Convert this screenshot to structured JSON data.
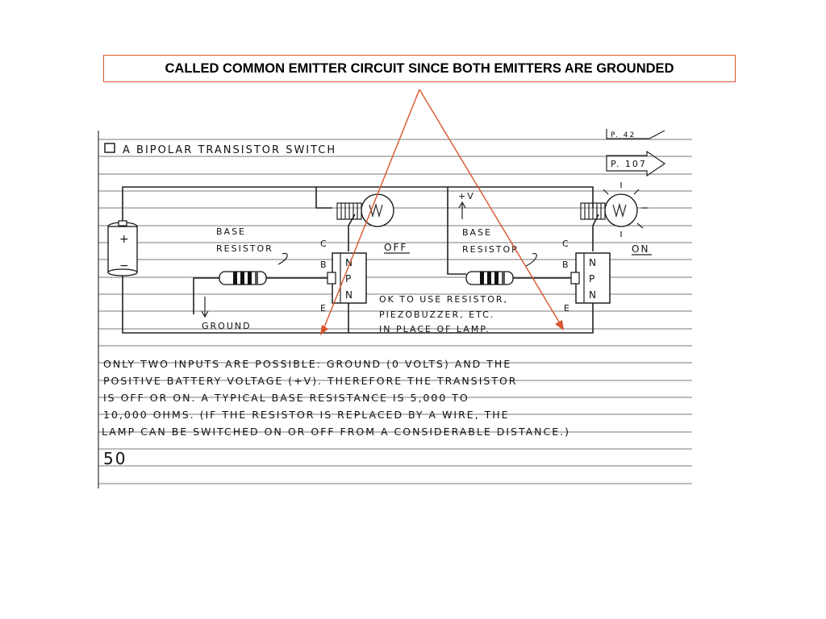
{
  "callout": {
    "text": "CALLED COMMON EMITTER CIRCUIT SINCE BOTH EMITTERS ARE GROUNDED",
    "color": "#d9542b"
  },
  "notebook": {
    "title": "A BIPOLAR TRANSISTOR SWITCH",
    "page_ref_top": "P. 42",
    "page_ref": "P. 107",
    "labels": {
      "base_resistor_line1": "BASE",
      "base_resistor_line2": "RESISTOR",
      "off": "OFF",
      "on": "ON",
      "ground": "GROUND",
      "plus_v": "+V",
      "plus": "+",
      "minus": "−",
      "collector": "C",
      "base": "B",
      "emitter": "E",
      "npn_n": "N",
      "npn_p": "P",
      "note_line1": "OK TO USE RESISTOR,",
      "note_line2": "PIEZOBUZZER, ETC.",
      "note_line3": "IN PLACE OF LAMP."
    },
    "paragraph": [
      "ONLY TWO INPUTS ARE POSSIBLE: GROUND (0 VOLTS) AND THE",
      "POSITIVE BATTERY VOLTAGE (+V). THEREFORE THE TRANSISTOR",
      "IS OFF OR ON. A TYPICAL BASE RESISTANCE IS 5,000 TO",
      "10,000 OHMS. (IF THE RESISTOR IS REPLACED BY A WIRE, THE",
      "LAMP CAN BE SWITCHED ON OR OFF FROM A CONSIDERABLE DISTANCE.)"
    ],
    "page_number": "50"
  }
}
